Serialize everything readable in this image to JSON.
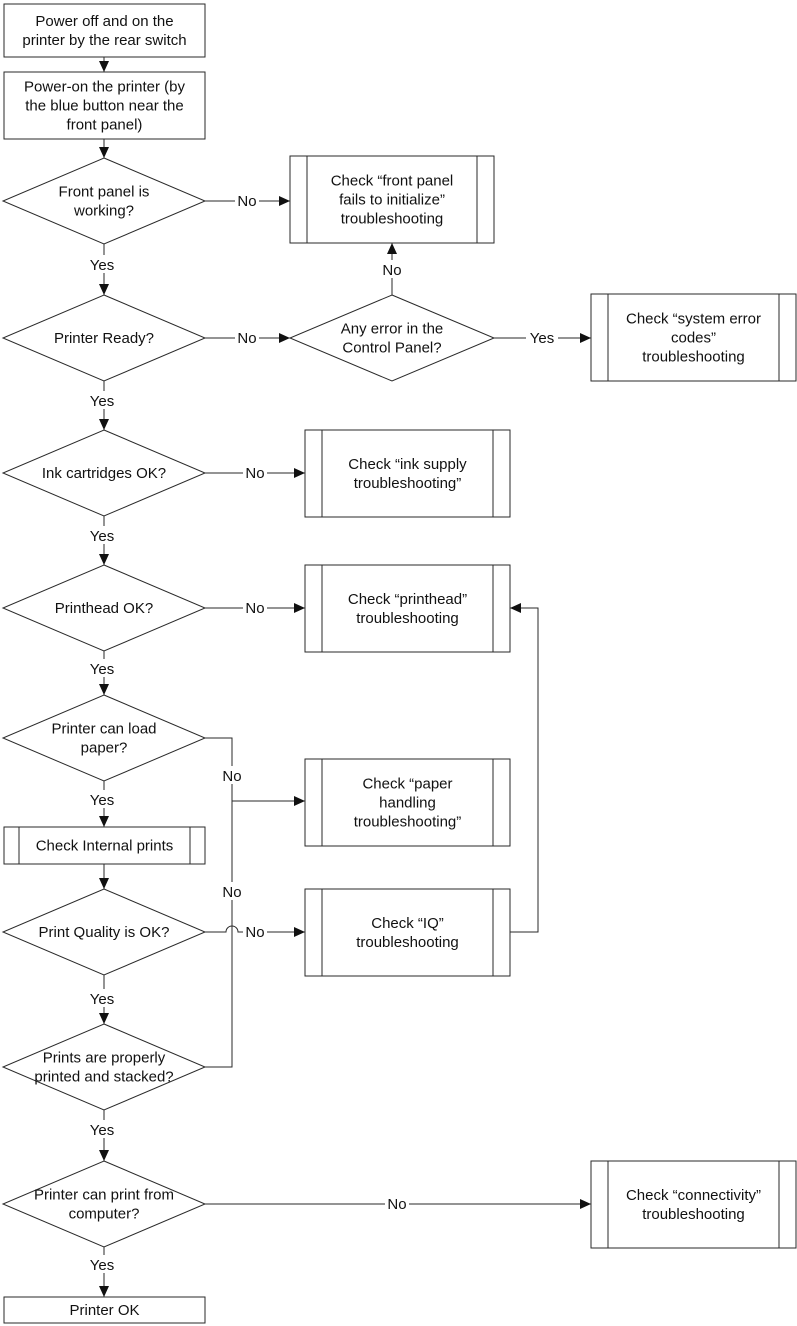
{
  "nodes": {
    "power_cycle": [
      "Power off and on the",
      "printer by the rear switch"
    ],
    "power_on": [
      "Power-on the printer (by",
      "the blue button near the",
      "front panel)"
    ],
    "q_front_panel": [
      "Front panel is",
      "working?"
    ],
    "check_front_panel": [
      "Check “front panel",
      "fails to initialize”",
      "troubleshooting"
    ],
    "q_printer_ready": [
      "Printer Ready?"
    ],
    "q_any_error": [
      "Any error in the",
      "Control Panel?"
    ],
    "check_system_error": [
      "Check “system error",
      "codes”",
      "troubleshooting"
    ],
    "q_ink": [
      "Ink cartridges OK?"
    ],
    "check_ink": [
      "Check “ink supply",
      "troubleshooting”"
    ],
    "q_printhead": [
      "Printhead OK?"
    ],
    "check_printhead": [
      "Check “printhead”",
      "troubleshooting"
    ],
    "q_load_paper": [
      "Printer can load",
      "paper?"
    ],
    "check_paper": [
      "Check “paper",
      "handling",
      "troubleshooting”"
    ],
    "check_internal_prints": [
      "Check Internal prints"
    ],
    "q_print_quality": [
      "Print Quality is OK?"
    ],
    "check_iq": [
      "Check “IQ”",
      "troubleshooting"
    ],
    "q_stacked": [
      "Prints are properly",
      "printed and stacked?"
    ],
    "q_print_computer": [
      "Printer can print from",
      "computer?"
    ],
    "check_connectivity": [
      "Check “connectivity”",
      "troubleshooting"
    ],
    "printer_ok": [
      "Printer OK"
    ]
  },
  "edge_labels": {
    "yes": "Yes",
    "no": "No"
  }
}
